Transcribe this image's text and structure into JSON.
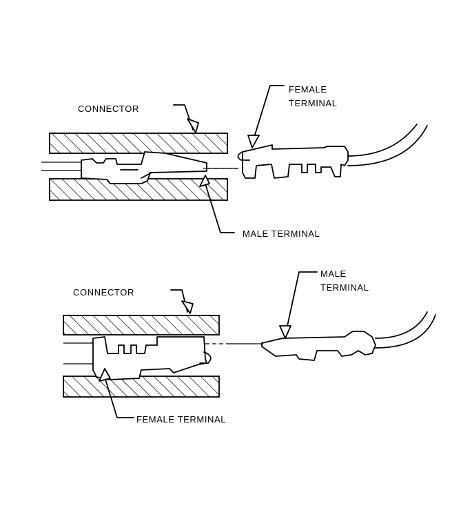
{
  "top_view": {
    "connector_label": "CONNECTOR",
    "female_label_line1": "FEMALE",
    "female_label_line2": "TERMINAL",
    "male_label": "MALE TERMINAL"
  },
  "bottom_view": {
    "connector_label": "CONNECTOR",
    "male_label_line1": "MALE",
    "male_label_line2": "TERMINAL",
    "female_label": "FEMALE TERMINAL"
  }
}
